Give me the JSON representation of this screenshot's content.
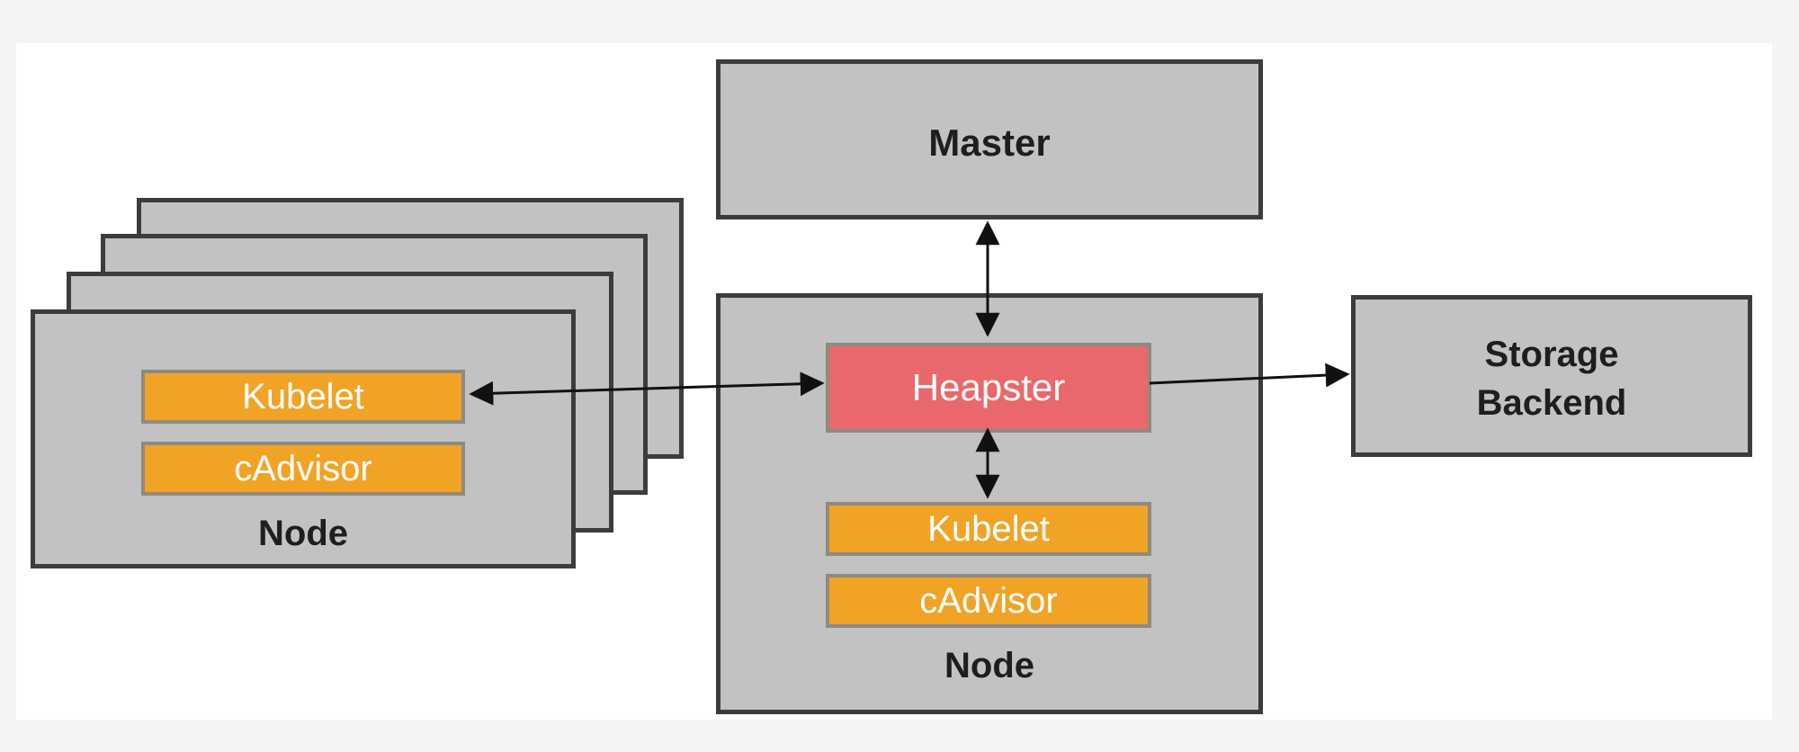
{
  "diagram": {
    "master_label": "Master",
    "heapster_label": "Heapster",
    "storage_label": "Storage\nBackend",
    "worker_node": {
      "label": "Node",
      "kubelet_label": "Kubelet",
      "cadvisor_label": "cAdvisor"
    },
    "central_node": {
      "label": "Node",
      "kubelet_label": "Kubelet",
      "cadvisor_label": "cAdvisor"
    }
  },
  "colors": {
    "box_fill": "#c2c2c2",
    "box_border": "#3c3c3c",
    "chip_fill": "#f1a326",
    "heapster_fill": "#e8686b",
    "arrow": "#111111"
  }
}
